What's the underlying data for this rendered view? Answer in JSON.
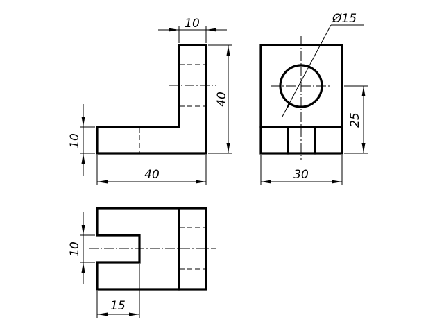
{
  "drawing": {
    "dimensions": {
      "front_height": "10",
      "front_width": "40",
      "front_top_width": "10",
      "front_total_height": "40",
      "side_diameter": "Ø15",
      "side_hole_height": "25",
      "side_width": "30",
      "top_slot_width": "10",
      "top_slot_depth": "15"
    }
  }
}
